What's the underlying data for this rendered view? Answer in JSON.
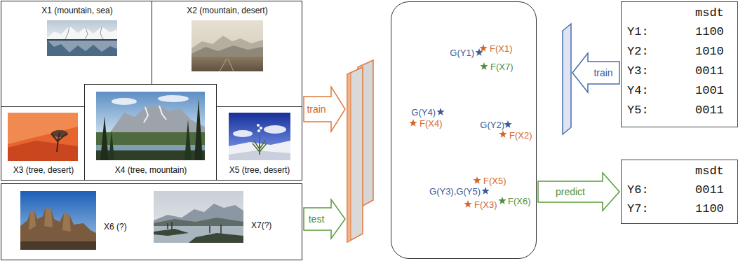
{
  "diagram": {
    "nodes": [
      {
        "text": [
          "X1 (mountain, sea)"
        ]
      },
      {
        "text": [
          "X2 (mountain, desert)"
        ]
      },
      {
        "text": [
          "X3 (tree, desert)"
        ]
      },
      {
        "text": [
          "X4 (tree, mountain)"
        ]
      },
      {
        "text": [
          "X5 (tree, desert)"
        ]
      },
      {
        "text": [
          "X6 (?)",
          "X7(?)"
        ]
      },
      {
        "text": [
          "G(Y1)",
          "F(X1)",
          "F(X7)",
          "G(Y4)",
          "F(X4)",
          "G(Y2)",
          "F(X2)",
          "F(X5)",
          "G(Y3),G(Y5)",
          "F(X3)",
          "F(X6)"
        ]
      },
      {
        "text": [
          "msdt",
          "Y1:",
          "1100",
          "Y2:",
          "1010",
          "Y3:",
          "0011",
          "Y4:",
          "1001",
          "Y5:",
          "0011"
        ]
      },
      {
        "text": [
          "msdt",
          "Y6:",
          "0011",
          "Y7:",
          "1100"
        ]
      }
    ],
    "edges": [
      {
        "from": 6,
        "to": 8,
        "label": "predict",
        "arrow": "to"
      }
    ],
    "labels": [
      "train",
      "test",
      "train"
    ]
  }
}
